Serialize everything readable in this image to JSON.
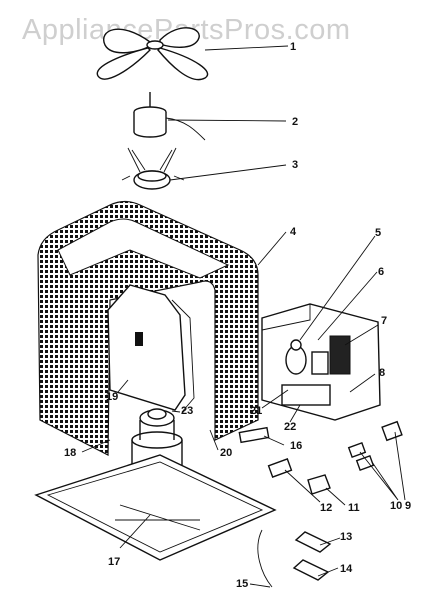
{
  "watermark": "AppliancePartsPros.com",
  "callouts": [
    {
      "id": "1",
      "label": "1"
    },
    {
      "id": "2",
      "label": "2"
    },
    {
      "id": "3",
      "label": "3"
    },
    {
      "id": "4",
      "label": "4"
    },
    {
      "id": "5",
      "label": "5"
    },
    {
      "id": "6",
      "label": "6"
    },
    {
      "id": "7",
      "label": "7"
    },
    {
      "id": "8",
      "label": "8"
    },
    {
      "id": "9",
      "label": "9"
    },
    {
      "id": "10",
      "label": "10"
    },
    {
      "id": "11",
      "label": "11"
    },
    {
      "id": "12",
      "label": "12"
    },
    {
      "id": "13",
      "label": "13"
    },
    {
      "id": "14",
      "label": "14"
    },
    {
      "id": "15",
      "label": "15"
    },
    {
      "id": "16",
      "label": "16"
    },
    {
      "id": "17",
      "label": "17"
    },
    {
      "id": "18",
      "label": "18"
    },
    {
      "id": "19",
      "label": "19"
    },
    {
      "id": "20",
      "label": "20"
    },
    {
      "id": "21",
      "label": "21"
    },
    {
      "id": "22",
      "label": "22"
    },
    {
      "id": "23",
      "label": "23"
    }
  ],
  "colors": {
    "line": "#111111",
    "watermark": "#cfcfcf",
    "background": "#ffffff"
  }
}
